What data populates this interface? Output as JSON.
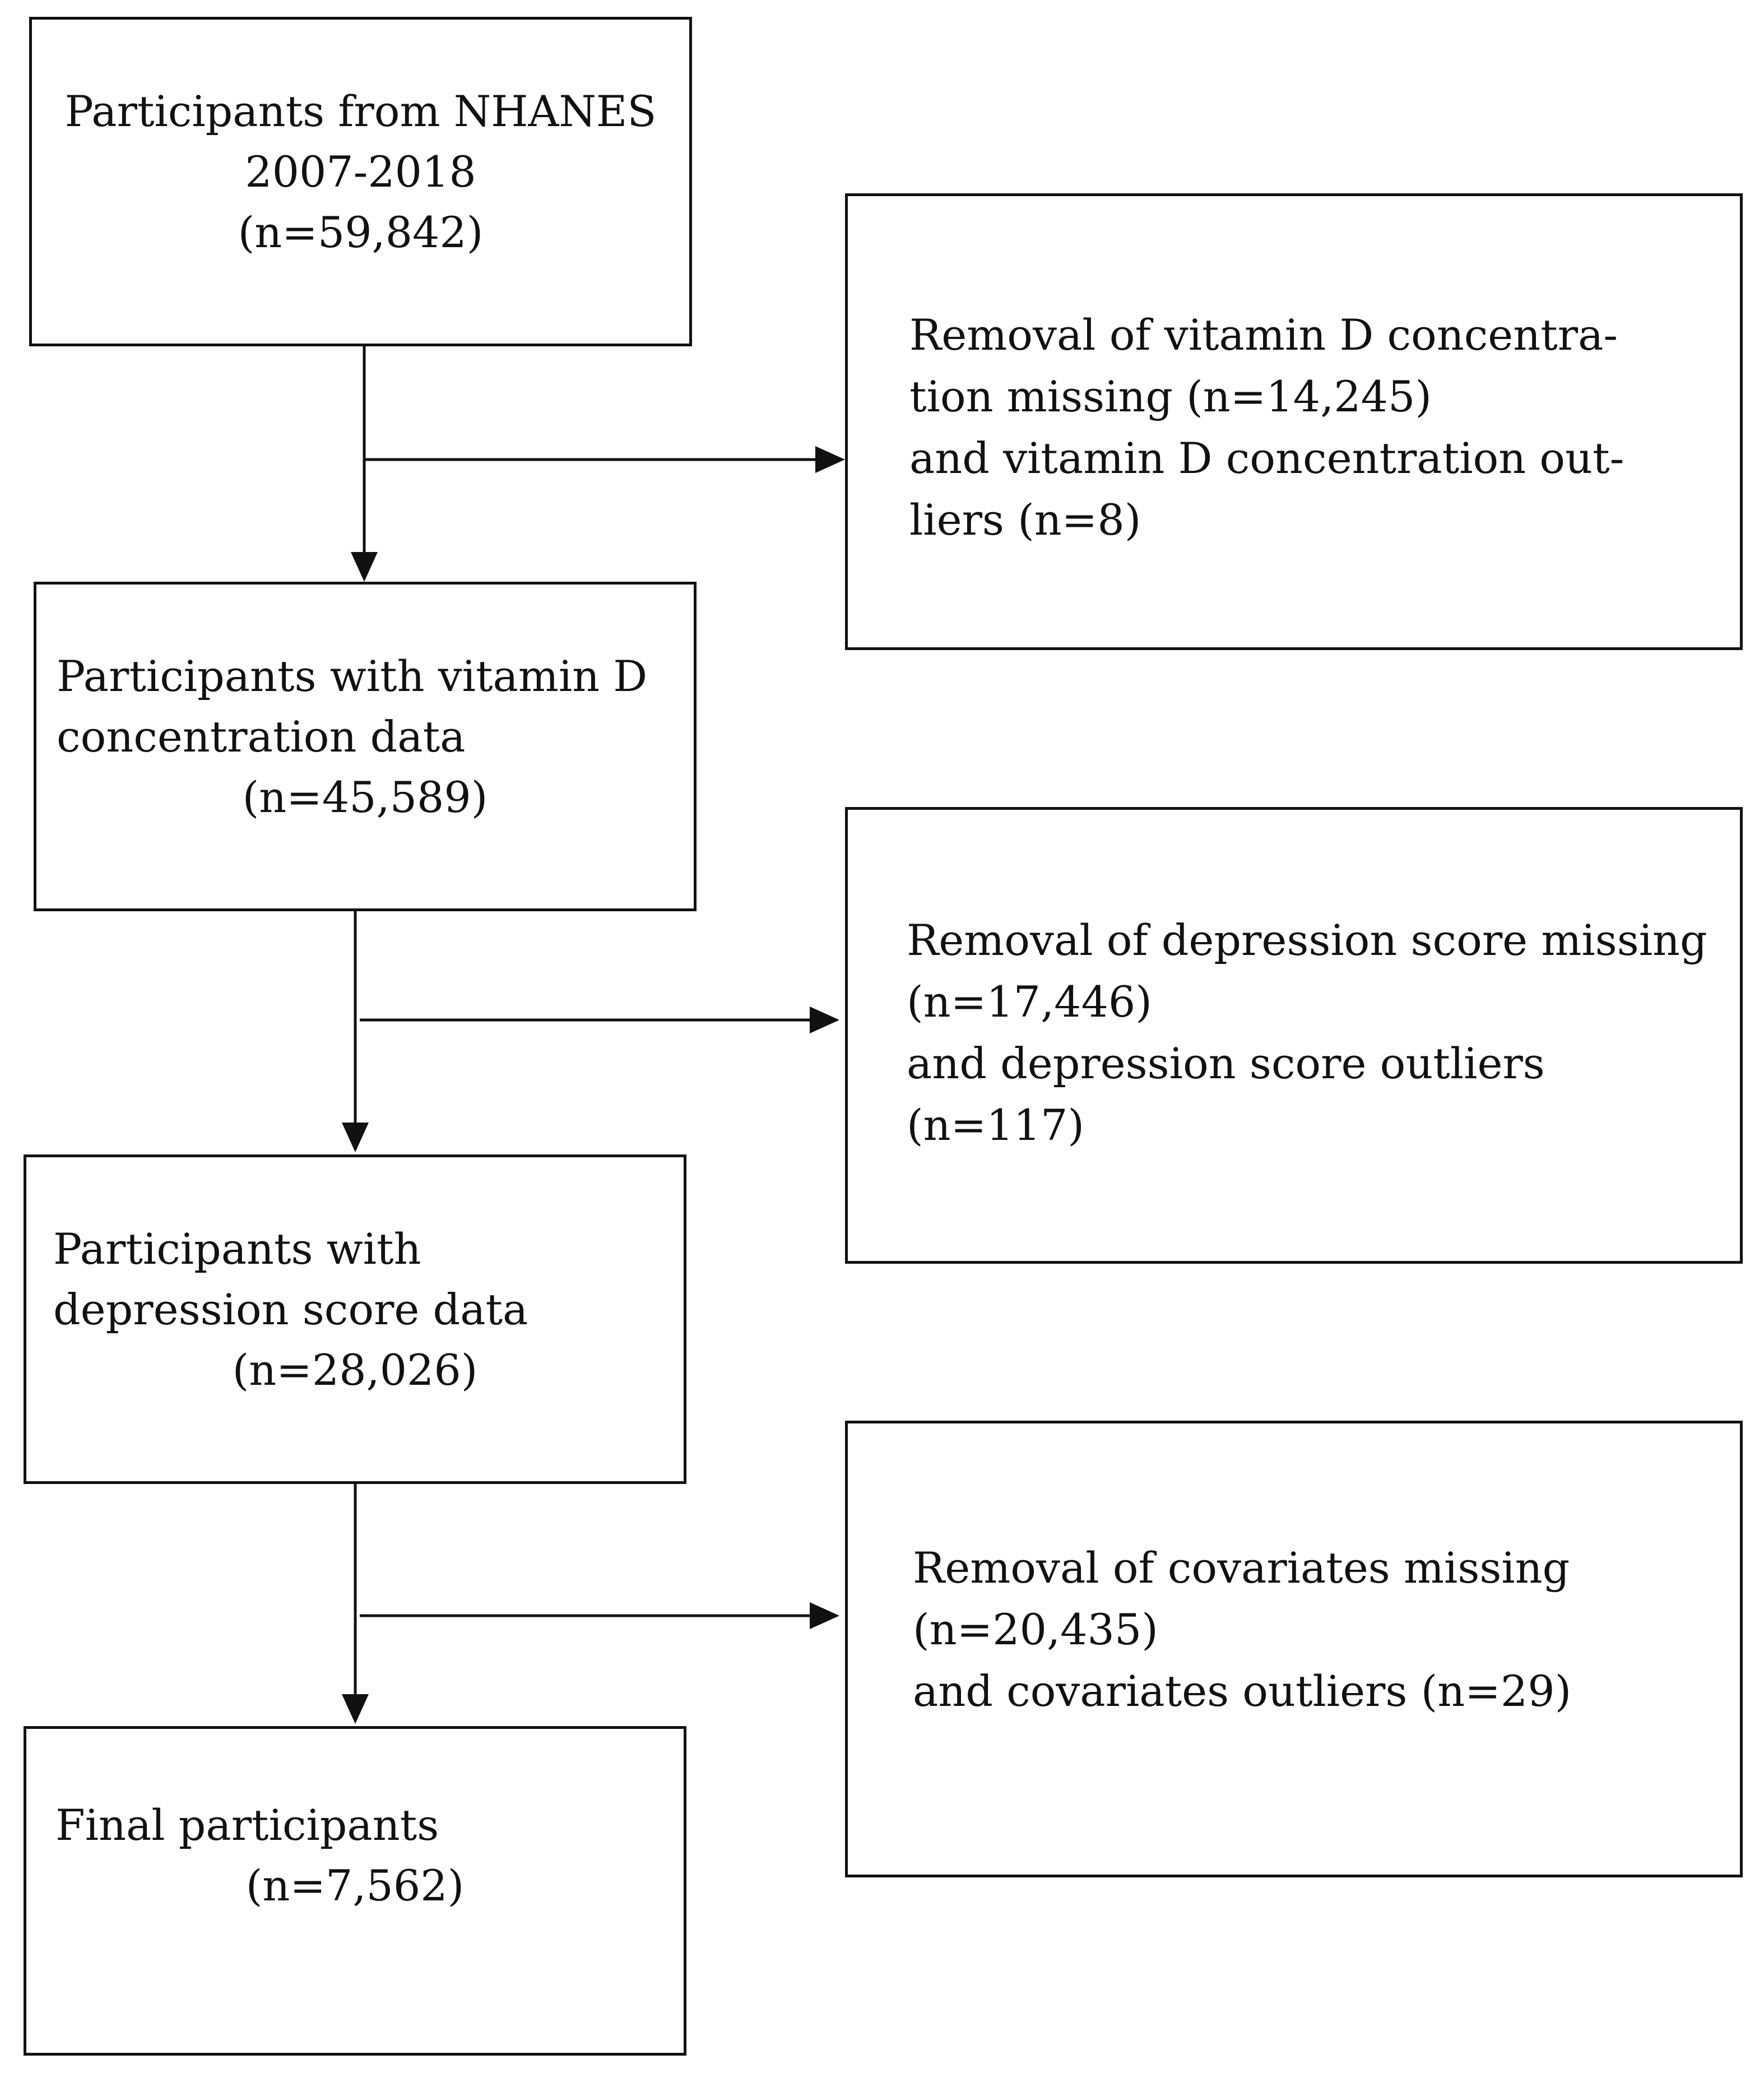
{
  "flow": {
    "main_boxes": [
      {
        "lines": [
          "Participants  from  NHANES",
          "2007-2018",
          "(n=59,842)"
        ]
      },
      {
        "lines": [
          "Participants with vitamin  D",
          "concentration   data",
          "(n=45,589)"
        ]
      },
      {
        "lines": [
          "Participants   with",
          "depression  score  data",
          "(n=28,026)"
        ]
      },
      {
        "lines": [
          "Final   participants",
          "(n=7,562)"
        ]
      }
    ],
    "exclusion_boxes": [
      {
        "lines": [
          "Removal of vitamin D concentra-",
          "tion missing  (n=14,245)",
          "and vitamin  D  concentration  out-",
          "liers  (n=8)"
        ]
      },
      {
        "lines": [
          "Removal of depression score missing",
          "(n=17,446)",
          "and  depression  score  outliers",
          "(n=117)"
        ]
      },
      {
        "lines": [
          "Removal  of covariates  missing",
          "(n=20,435)",
          "and covariates outliers  (n=29)"
        ]
      }
    ]
  }
}
